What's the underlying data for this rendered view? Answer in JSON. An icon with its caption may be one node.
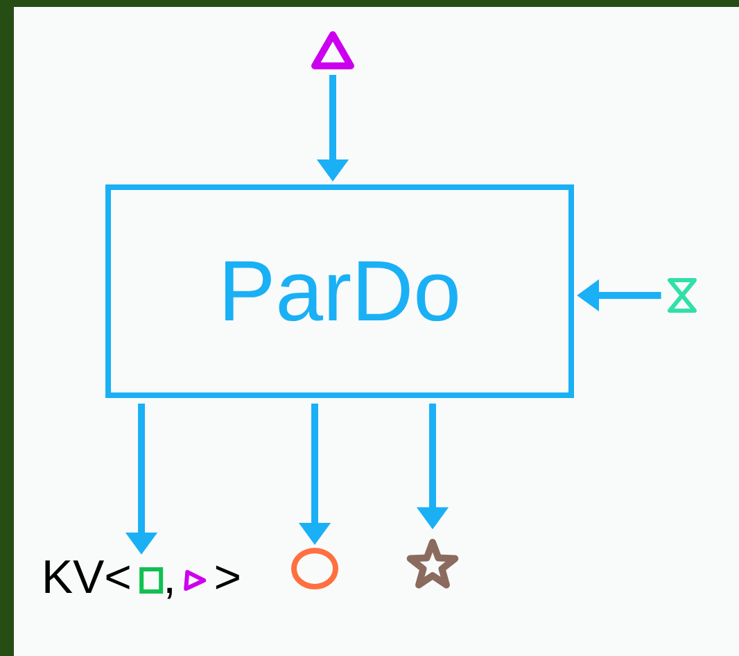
{
  "diagram": {
    "nodes": [
      {
        "text": [
          "ParDo"
        ]
      },
      {
        "text": [],
        "shape": "triangle"
      },
      {
        "text": [],
        "shape": "hourglass"
      },
      {
        "text": [
          "KV<",
          ",",
          ">"
        ]
      },
      {
        "text": [],
        "shape": "circle"
      },
      {
        "text": [],
        "shape": "star"
      }
    ],
    "edges": [
      {
        "from": 1,
        "to": 0,
        "arrow": "to"
      },
      {
        "from": 2,
        "to": 0,
        "arrow": "to"
      },
      {
        "from": 0,
        "to": 3,
        "arrow": "to"
      },
      {
        "from": 0,
        "to": 4,
        "arrow": "to"
      },
      {
        "from": 0,
        "to": 5,
        "arrow": "to"
      }
    ]
  }
}
